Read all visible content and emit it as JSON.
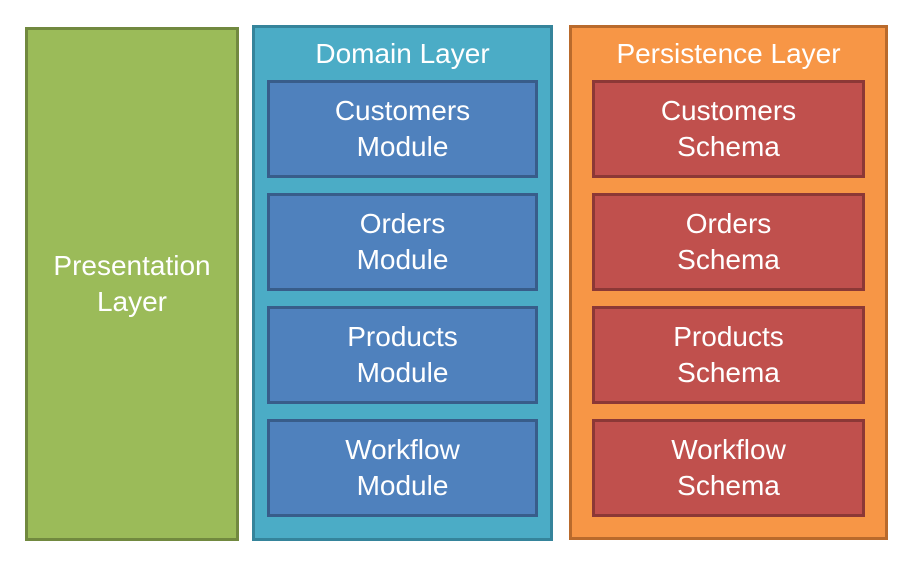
{
  "diagram": {
    "type": "layered-architecture",
    "background_color": "#FFFFFF",
    "text_color": "#FFFFFF",
    "layers": [
      {
        "title": "Presentation Layer",
        "title_display": "Presentation\nLayer",
        "fill_color": "#9BBB59",
        "border_color": "#71893F",
        "items": []
      },
      {
        "title": "Domain Layer",
        "fill_color": "#4BACC6",
        "border_color": "#35849B",
        "item_fill_color": "#4F81BD",
        "item_border_color": "#385D8A",
        "items": [
          {
            "label": "Customers Module",
            "display": "Customers\nModule"
          },
          {
            "label": "Orders Module",
            "display": "Orders\nModule"
          },
          {
            "label": "Products Module",
            "display": "Products\nModule"
          },
          {
            "label": "Workflow Module",
            "display": "Workflow\nModule"
          }
        ]
      },
      {
        "title": "Persistence Layer",
        "fill_color": "#F79646",
        "border_color": "#B96A2C",
        "item_fill_color": "#C0504D",
        "item_border_color": "#8C3836",
        "items": [
          {
            "label": "Customers Schema",
            "display": "Customers\nSchema"
          },
          {
            "label": "Orders Schema",
            "display": "Orders\nSchema"
          },
          {
            "label": "Products Schema",
            "display": "Products\nSchema"
          },
          {
            "label": "Workflow Schema",
            "display": "Workflow\nSchema"
          }
        ]
      }
    ]
  }
}
